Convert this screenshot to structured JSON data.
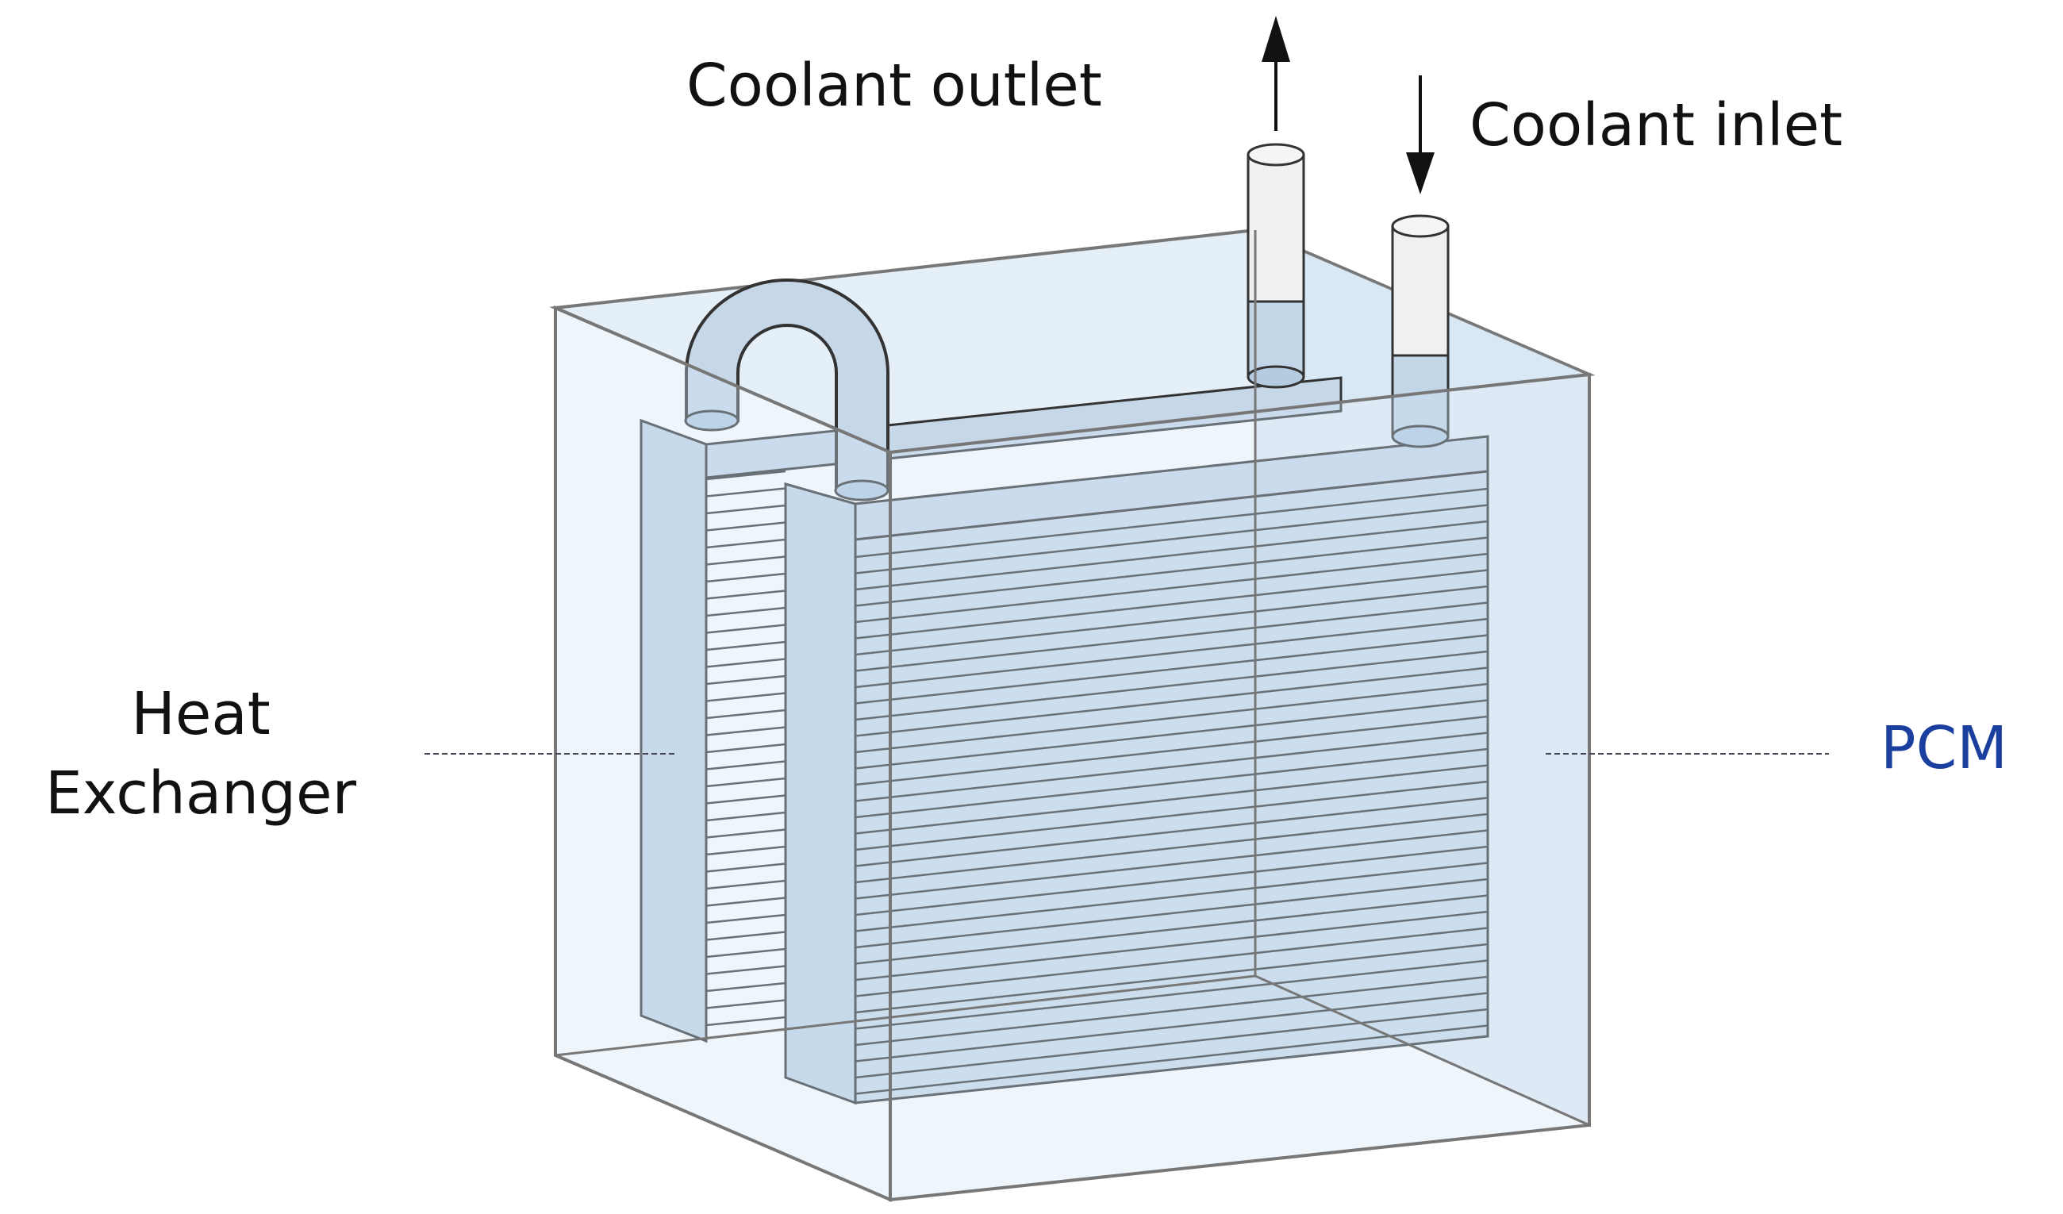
{
  "labels": {
    "coolant_outlet": "Coolant outlet",
    "coolant_inlet": "Coolant inlet",
    "heat_exchanger_line1": "Heat",
    "heat_exchanger_line2": "Exchanger",
    "pcm": "PCM"
  },
  "colors": {
    "pcm_fill": "#cfe2f3",
    "exchanger_fill": "#c6d8e8",
    "pipe_top": "#eef1f0",
    "outline": "#333333",
    "box_edge": "#777777",
    "pcm_label": "#1a3f9e",
    "text": "#111111"
  }
}
